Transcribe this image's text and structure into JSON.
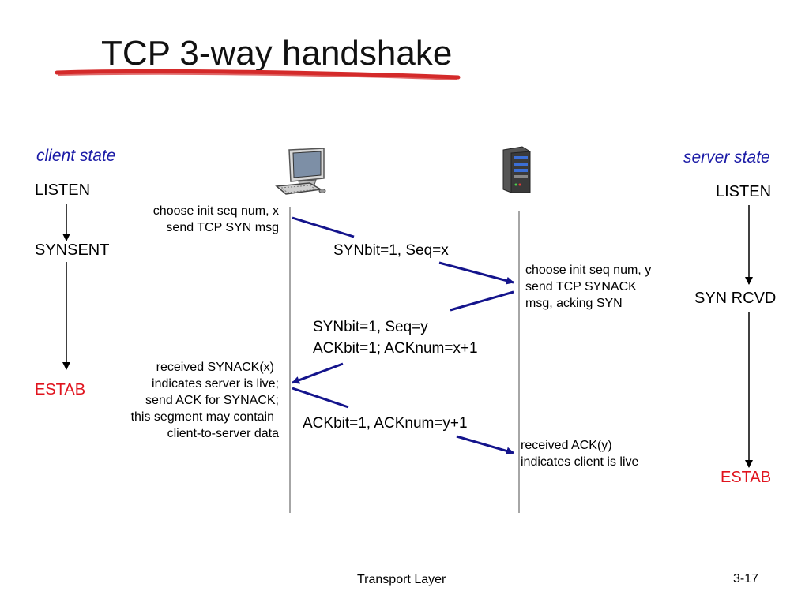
{
  "title": "TCP 3-way handshake",
  "client": {
    "heading": "client state",
    "states": [
      "LISTEN",
      "SYNSENT",
      "ESTAB"
    ],
    "note1": [
      "choose init seq num, x",
      "send TCP SYN msg"
    ],
    "note2": [
      "received SYNACK(x)",
      "indicates server is live;",
      "send ACK for SYNACK;",
      "this segment may contain",
      "client-to-server data"
    ]
  },
  "server": {
    "heading": "server state",
    "states": [
      "LISTEN",
      "SYN RCVD",
      "ESTAB"
    ],
    "note1": [
      "choose init seq num, y",
      "send TCP SYNACK",
      "msg, acking SYN"
    ],
    "note2": [
      "received ACK(y)",
      "indicates client is live"
    ]
  },
  "messages": {
    "syn": "SYNbit=1, Seq=x",
    "synack": [
      "SYNbit=1, Seq=y",
      "ACKbit=1; ACKnum=x+1"
    ],
    "ack": "ACKbit=1, ACKnum=y+1"
  },
  "icons": [
    "client-computer-icon",
    "server-tower-icon"
  ],
  "colors": {
    "arrow": "#14148c",
    "heading": "#1a1aa6",
    "estab": "#e0141e",
    "underline": "#d42a2a"
  },
  "footer": {
    "label": "Transport Layer",
    "page": "3-17"
  }
}
